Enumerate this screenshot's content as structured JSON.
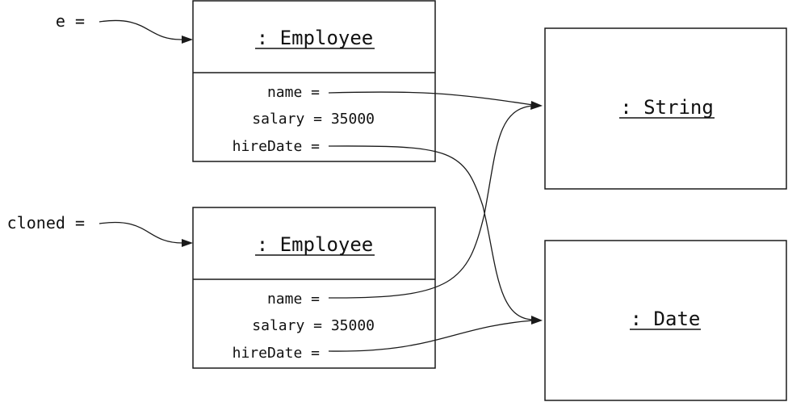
{
  "variables": {
    "e": "e =",
    "cloned": "cloned ="
  },
  "employee_objects": [
    {
      "title": ": Employee",
      "fields": {
        "name": "name =",
        "salary": "salary = 35000",
        "hireDate": "hireDate ="
      }
    },
    {
      "title": ": Employee",
      "fields": {
        "name": "name =",
        "salary": "salary = 35000",
        "hireDate": "hireDate ="
      }
    }
  ],
  "string_object": {
    "title": ": String"
  },
  "date_object": {
    "title": ": Date"
  }
}
